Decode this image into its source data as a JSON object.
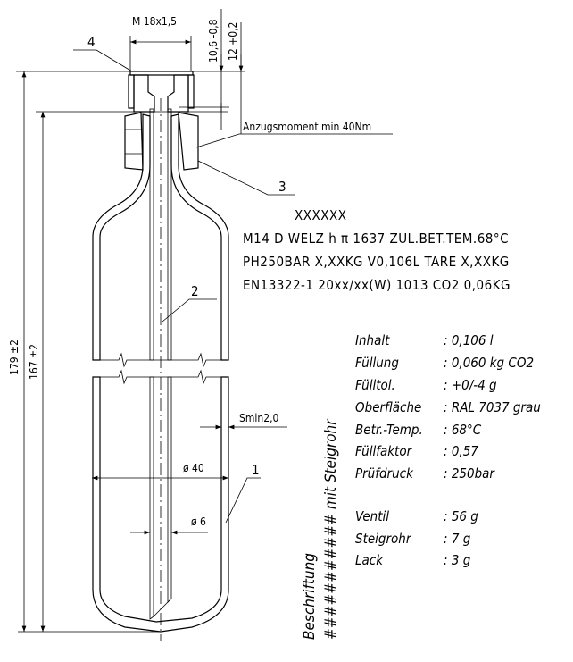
{
  "dimensions": {
    "thread": "M 18x1,5",
    "height_cap": "10,6 -0,8",
    "height_nut": "12 +0,2",
    "total_length": "179 ±2",
    "body_length": "167 ±2",
    "outer_diameter": "ø 40",
    "tube_diameter": "ø 6",
    "wall_thickness": "Smin2,0",
    "torque_note": "Anzugsmoment min 40Nm"
  },
  "part_labels": [
    "1",
    "2",
    "3",
    "4"
  ],
  "marking": {
    "lines": [
      "XXXXXX",
      "M14 D WELZ h π 1637 ZUL.BET.TEM.68°C",
      "PH250BAR X,XXKG V0,106L  TARE X,XXKG",
      "EN13322-1 20xx/xx(W) 1013 CO2 0,06KG"
    ]
  },
  "specs": [
    {
      "label": "Inhalt",
      "value": ": 0,106 l"
    },
    {
      "label": "Füllung",
      "value": ": 0,060 kg CO2"
    },
    {
      "label": "Fülltol.",
      "value": ": +0/-4 g"
    },
    {
      "label": "Oberfläche",
      "value": ": RAL 7037 grau"
    },
    {
      "label": "Betr.-Temp.",
      "value": ": 68°C"
    },
    {
      "label": "Füllfaktor",
      "value": ": 0,57"
    },
    {
      "label": "Prüfdruck",
      "value": ": 250bar"
    }
  ],
  "weights": [
    {
      "label": "Ventil",
      "value": ":  56 g"
    },
    {
      "label": "Steigrohr",
      "value": ":   7 g"
    },
    {
      "label": "Lack",
      "value": ":   3 g"
    }
  ],
  "vertical_label_1": "Beschriftung",
  "vertical_label_2": "########### mit Steigrohr"
}
